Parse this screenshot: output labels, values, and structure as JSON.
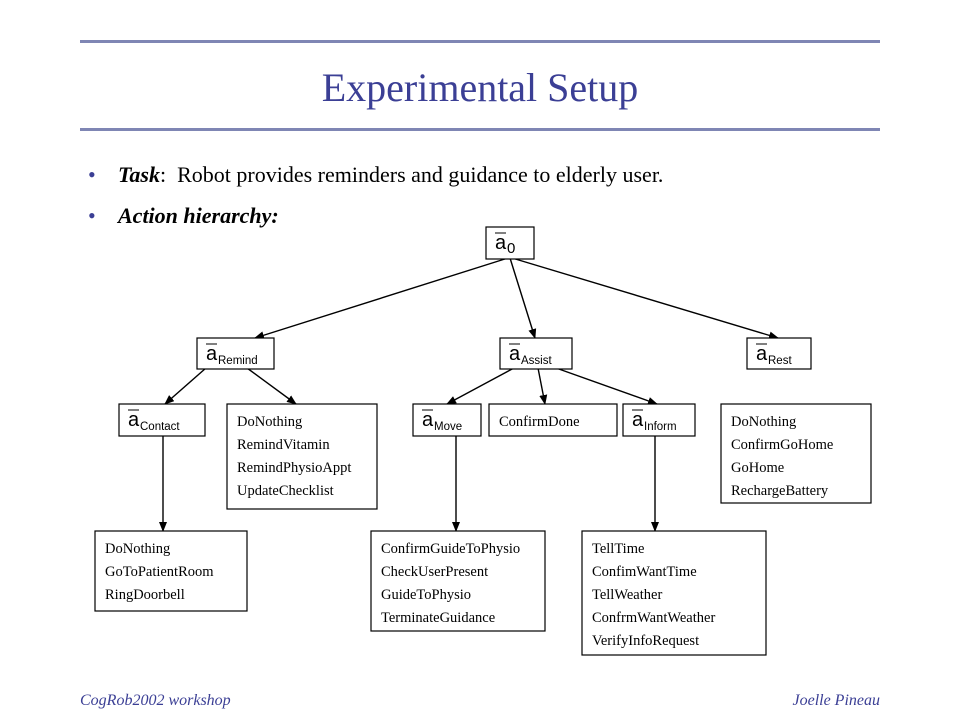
{
  "slide": {
    "title": "Experimental Setup",
    "bullets": [
      {
        "lead": "Task",
        "sep": ":",
        "text": "  Robot provides reminders and guidance to elderly user."
      },
      {
        "lead": "Action hierarchy:",
        "sep": "",
        "text": ""
      }
    ],
    "footer_left": "CogRob2002 workshop",
    "footer_right": "Joelle Pineau"
  },
  "diagram": {
    "abstract_nodes": [
      {
        "id": "a0",
        "base": "a",
        "sub": "0"
      },
      {
        "id": "remind",
        "base": "a",
        "sub": "Remind"
      },
      {
        "id": "assist",
        "base": "a",
        "sub": "Assist"
      },
      {
        "id": "rest",
        "base": "a",
        "sub": "Rest"
      },
      {
        "id": "contact",
        "base": "a",
        "sub": "Contact"
      },
      {
        "id": "move",
        "base": "a",
        "sub": "Move"
      },
      {
        "id": "inform",
        "base": "a",
        "sub": "Inform"
      }
    ],
    "action_nodes": [
      {
        "id": "remind-actions",
        "items": [
          "DoNothing",
          "RemindVitamin",
          "RemindPhysioAppt",
          "UpdateChecklist"
        ]
      },
      {
        "id": "confirm-done",
        "items": [
          "ConfirmDone"
        ]
      },
      {
        "id": "rest-actions",
        "items": [
          "DoNothing",
          "ConfirmGoHome",
          "GoHome",
          "RechargeBattery"
        ]
      },
      {
        "id": "contact-actions",
        "items": [
          "DoNothing",
          "GoToPatientRoom",
          "RingDoorbell"
        ]
      },
      {
        "id": "move-actions",
        "items": [
          "ConfirmGuideToPhysio",
          "CheckUserPresent",
          "GuideToPhysio",
          "TerminateGuidance"
        ]
      },
      {
        "id": "inform-actions",
        "items": [
          "TellTime",
          "ConfimWantTime",
          "TellWeather",
          "ConfrmWantWeather",
          "VerifyInfoRequest"
        ]
      }
    ],
    "edges": [
      [
        "a0",
        "remind"
      ],
      [
        "a0",
        "assist"
      ],
      [
        "a0",
        "rest"
      ],
      [
        "remind",
        "contact"
      ],
      [
        "remind",
        "remind-actions"
      ],
      [
        "assist",
        "move"
      ],
      [
        "assist",
        "confirm-done"
      ],
      [
        "assist",
        "inform"
      ],
      [
        "contact",
        "contact-actions"
      ],
      [
        "move",
        "move-actions"
      ],
      [
        "inform",
        "inform-actions"
      ]
    ]
  }
}
